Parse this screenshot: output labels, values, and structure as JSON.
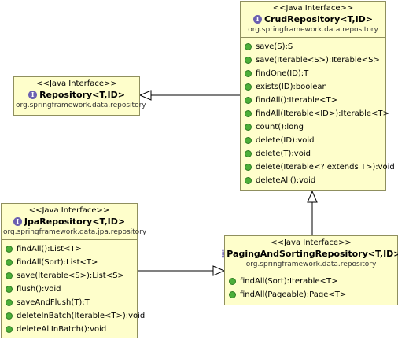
{
  "diagram": {
    "interfaces": {
      "repository": {
        "stereotype": "<<Java Interface>>",
        "icon": "interface-icon",
        "name": "Repository<T,ID>",
        "package": "org.springframework.data.repository",
        "methods": []
      },
      "crud": {
        "stereotype": "<<Java Interface>>",
        "icon": "interface-icon",
        "name": "CrudRepository<T,ID>",
        "package": "org.springframework.data.repository",
        "methods": [
          "save(S):S",
          "save(Iterable<S>):Iterable<S>",
          "findOne(ID):T",
          "exists(ID):boolean",
          "findAll():Iterable<T>",
          "findAll(Iterable<ID>):Iterable<T>",
          "count():long",
          "delete(ID):void",
          "delete(T):void",
          "delete(Iterable<? extends T>):void",
          "deleteAll():void"
        ]
      },
      "jpa": {
        "stereotype": "<<Java Interface>>",
        "icon": "interface-icon",
        "name": "JpaRepository<T,ID>",
        "package": "org.springframework.data.jpa.repository",
        "methods": [
          "findAll():List<T>",
          "findAll(Sort):List<T>",
          "save(Iterable<S>):List<S>",
          "flush():void",
          "saveAndFlush(T):T",
          "deleteInBatch(Iterable<T>):void",
          "deleteAllInBatch():void"
        ]
      },
      "paging": {
        "stereotype": "<<Java Interface>>",
        "icon": "interface-icon",
        "name": "PagingAndSortingRepository<T,ID>",
        "package": "org.springframework.data.repository",
        "methods": [
          "findAll(Sort):Iterable<T>",
          "findAll(Pageable):Page<T>"
        ]
      }
    },
    "colors": {
      "box_fill": "#fefecb",
      "box_border": "#8f8f5e",
      "interface_icon": "#6b5fb0",
      "method_dot": "#4caf3a"
    }
  }
}
